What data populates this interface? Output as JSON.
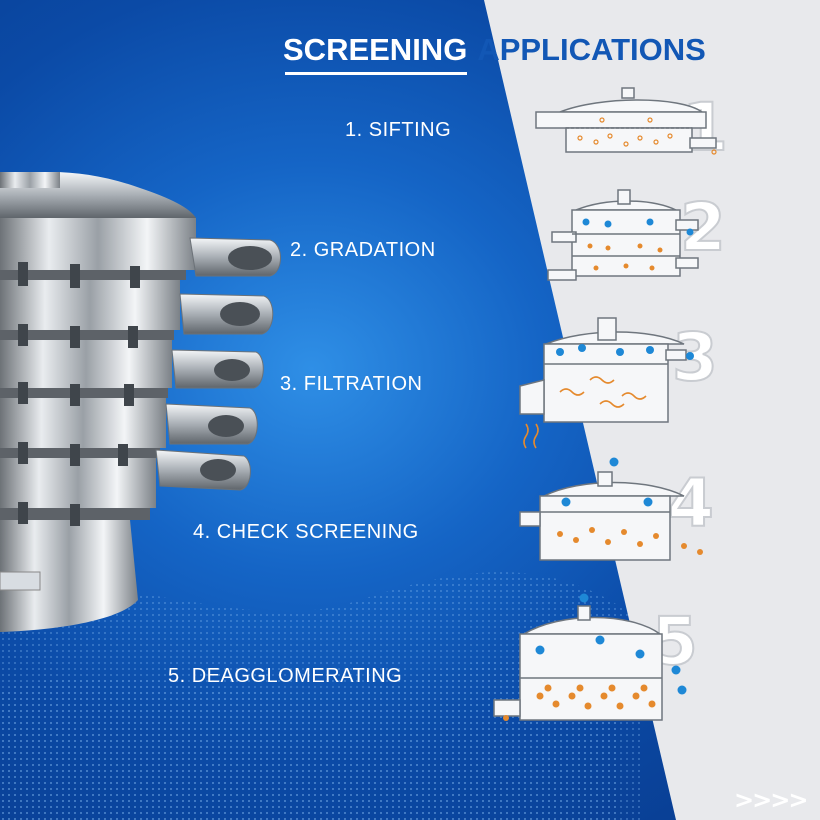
{
  "title": {
    "word1": "SCREENING",
    "word2": "APPLICATIONS"
  },
  "steps": [
    {
      "label": "1. SIFTING",
      "number": "1"
    },
    {
      "label": "2. GRADATION",
      "number": "2"
    },
    {
      "label": "3. FILTRATION",
      "number": "3"
    },
    {
      "label": "4. CHECK SCREENING",
      "number": "4"
    },
    {
      "label": "5. DEAGGLOMERATING",
      "number": "5"
    }
  ],
  "nav": {
    "next_arrows": ">>>>"
  },
  "colors": {
    "brand_blue": "#1257b5",
    "panel_gray": "#e8e9ec",
    "particle_orange": "#e58a2e",
    "particle_blue": "#1e88d6"
  }
}
